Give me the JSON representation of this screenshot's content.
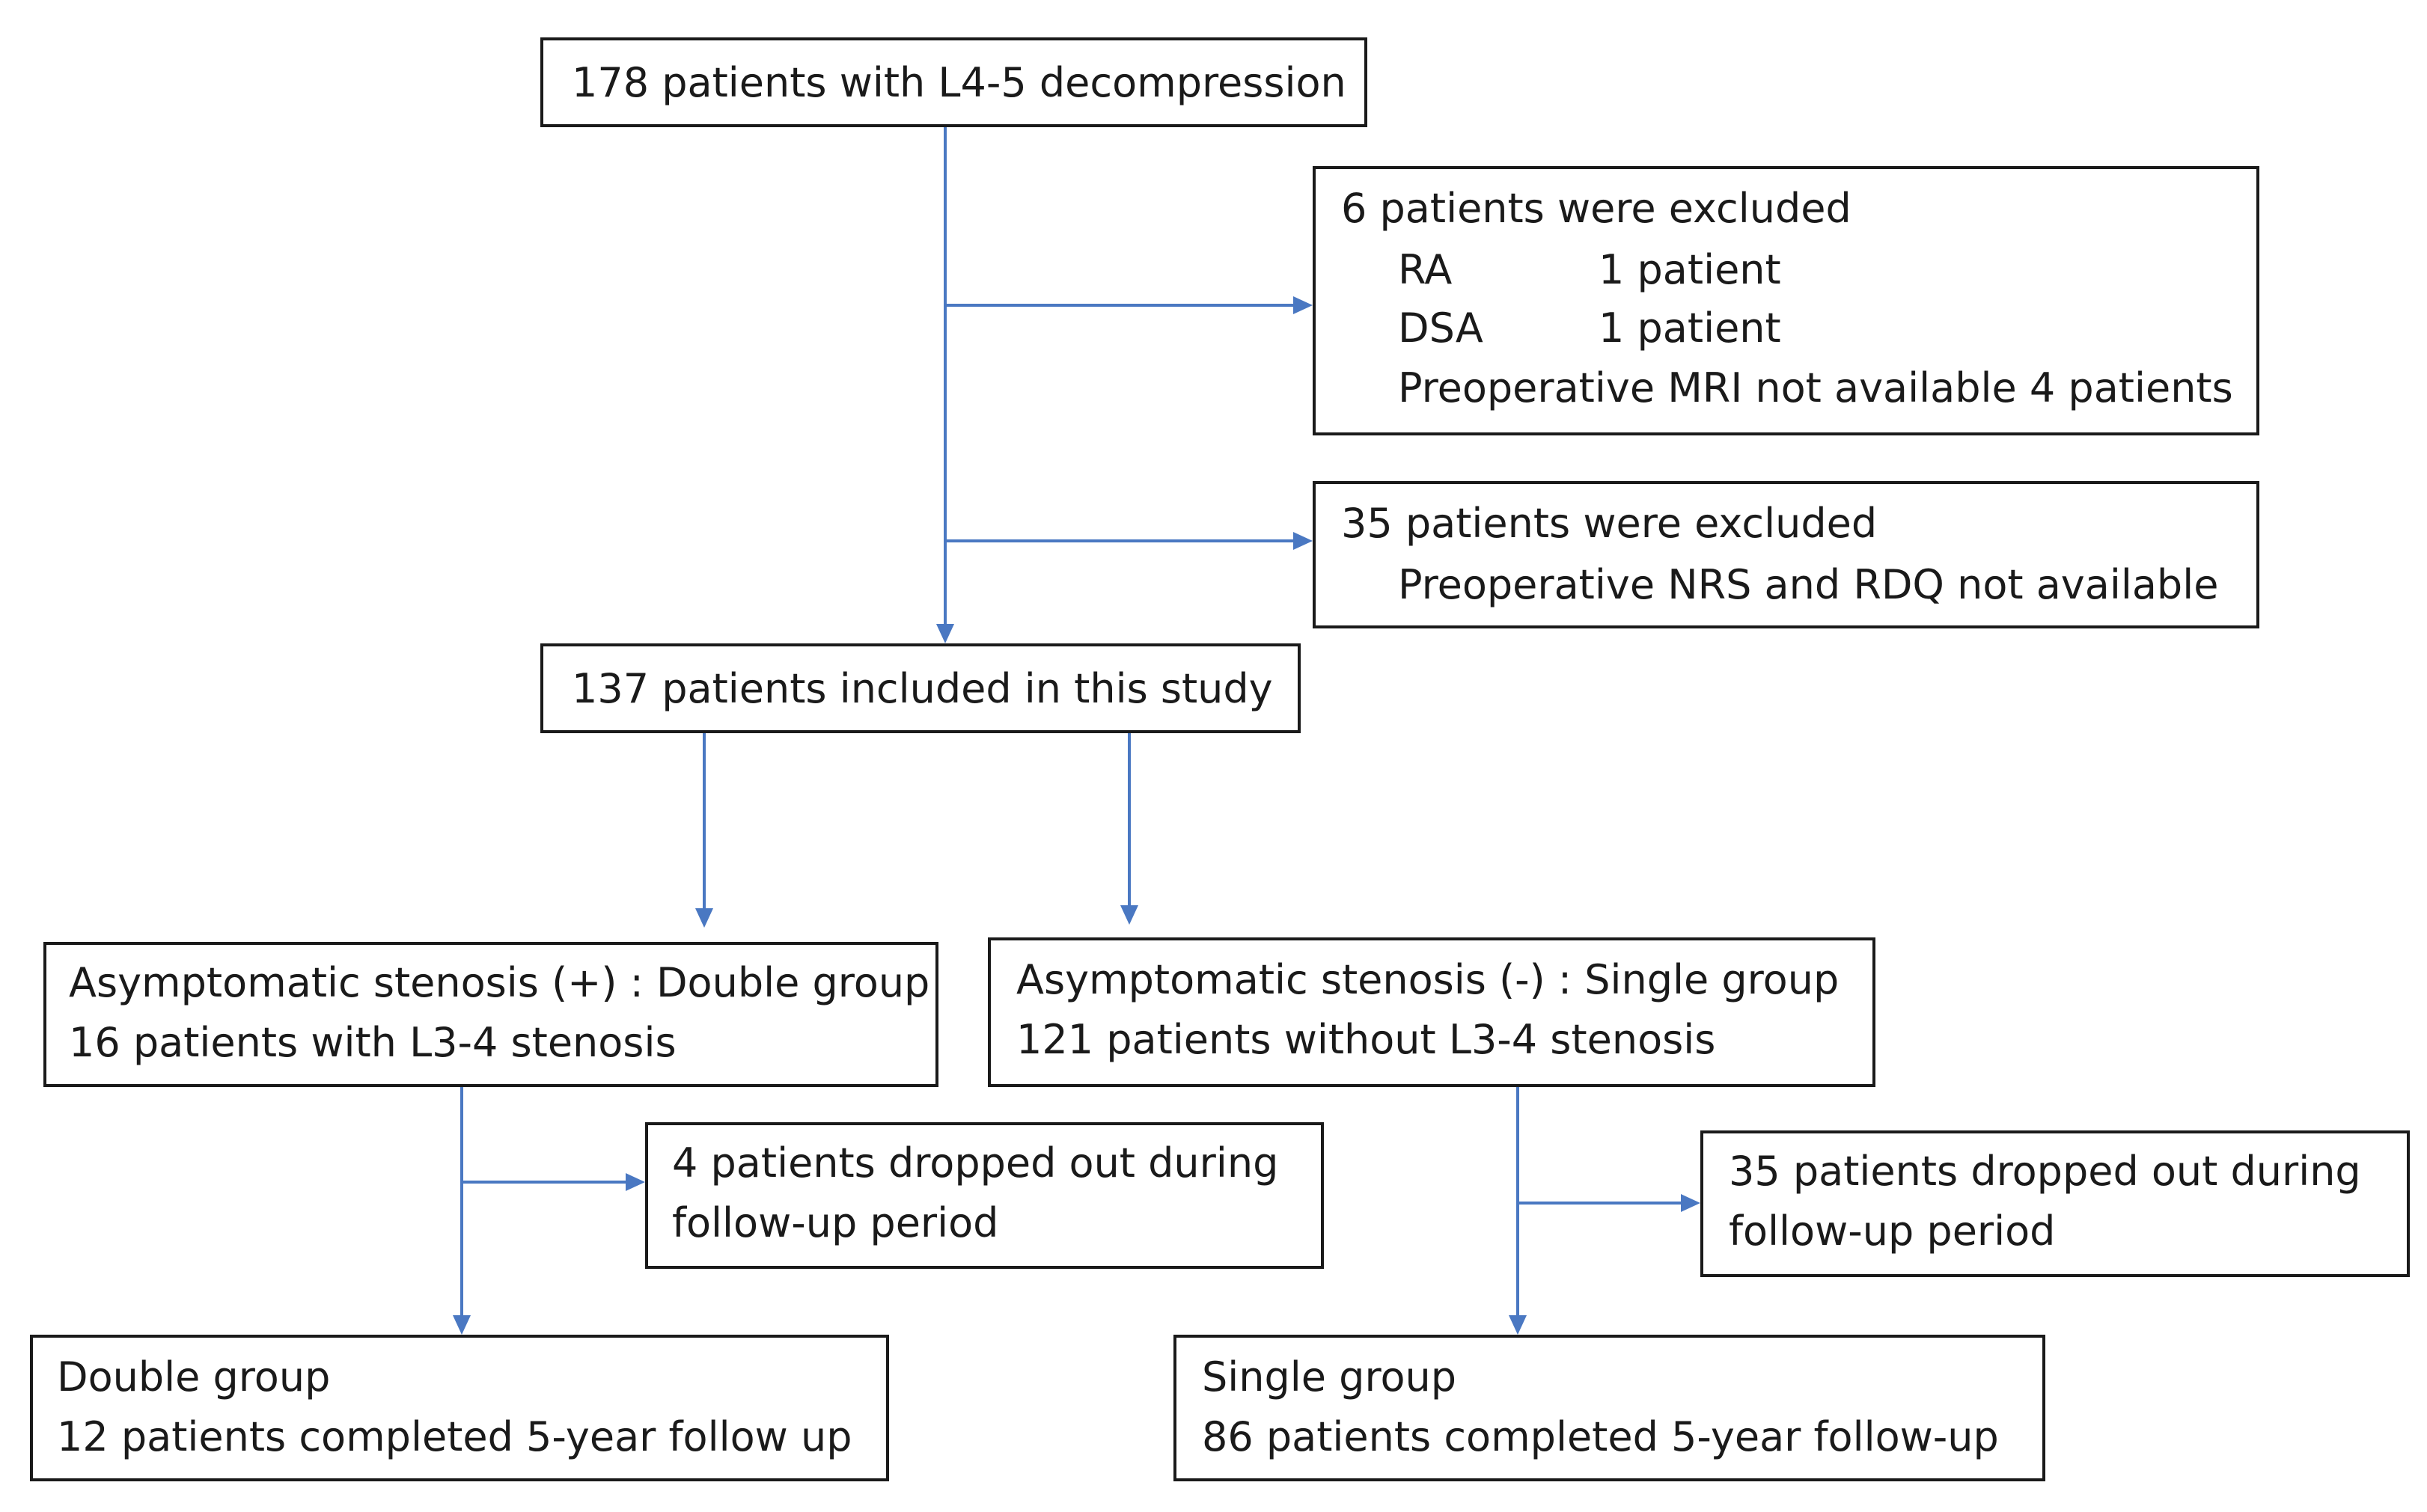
{
  "boxes": {
    "start": {
      "line1": "178 patients with L4-5 decompression"
    },
    "excl1": {
      "line1": "6 patients were excluded",
      "rows": [
        {
          "label": "RA",
          "value": "1 patient"
        },
        {
          "label": "DSA",
          "value": "1 patient"
        }
      ],
      "line4": "Preoperative MRI not available 4 patients"
    },
    "excl2": {
      "line1": "35 patients were excluded",
      "line2": "Preoperative NRS and RDQ not available"
    },
    "included": {
      "line1": "137 patients included in this study"
    },
    "double": {
      "line1": "Asymptomatic stenosis (+) : Double group",
      "line2": "16 patients with L3-4 stenosis"
    },
    "single": {
      "line1": "Asymptomatic stenosis (-) : Single group",
      "line2": "121 patients without L3-4 stenosis"
    },
    "drop_double": {
      "line1": "4 patients dropped out during",
      "line2": "follow-up period"
    },
    "drop_single": {
      "line1": "35 patients dropped out during",
      "line2": "follow-up period"
    },
    "double_final": {
      "line1": "Double group",
      "line2": "12 patients completed 5-year follow up"
    },
    "single_final": {
      "line1": "Single group",
      "line2": "86 patients completed 5-year follow-up"
    }
  },
  "colors": {
    "connector": "#4a78c2",
    "border": "#1a1a1a",
    "text": "#1a1a1a"
  }
}
